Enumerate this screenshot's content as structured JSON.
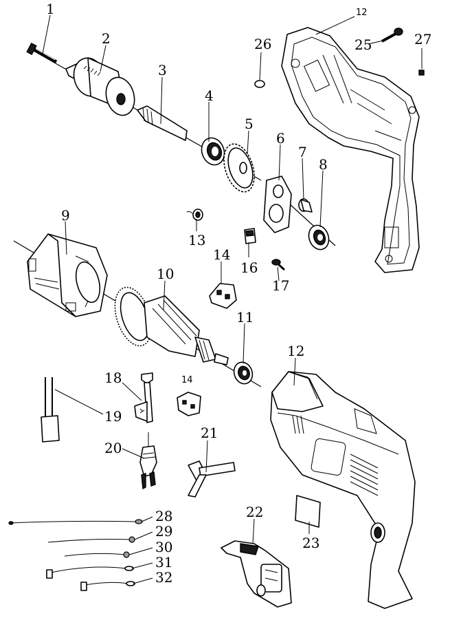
{
  "callouts": {
    "c1": "1",
    "c2": "2",
    "c3": "3",
    "c4": "4",
    "c5": "5",
    "c6": "6",
    "c7": "7",
    "c8": "8",
    "c9": "9",
    "c10": "10",
    "c11": "11",
    "c12_top": "12",
    "c12": "12",
    "c13": "13",
    "c14_top": "14",
    "c14_low": "14",
    "c16": "16",
    "c17": "17",
    "c18": "18",
    "c19": "19",
    "c20": "20",
    "c21": "21",
    "c22": "22",
    "c23": "23",
    "c25": "25",
    "c26": "26",
    "c27": "27",
    "c28": "28",
    "c29": "29",
    "c30": "30",
    "c31": "31",
    "c32": "32"
  }
}
